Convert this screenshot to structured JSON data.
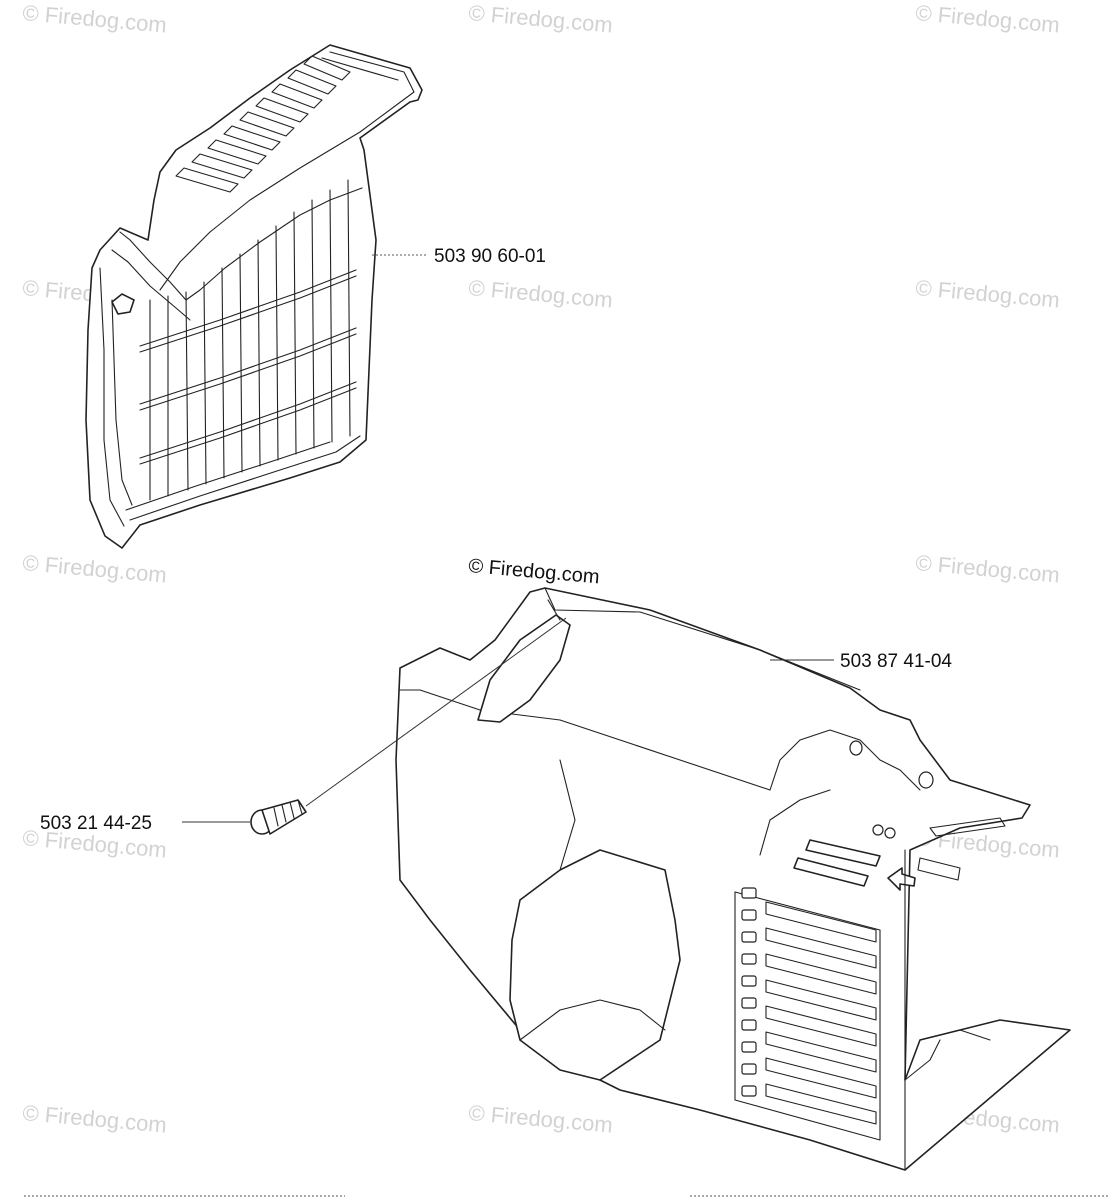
{
  "watermark": "© Firedog.com",
  "parts": {
    "air_filter": {
      "number": "503 90 60-01"
    },
    "cylinder_cover": {
      "number": "503 87 41-04"
    },
    "screw": {
      "number": "503 21 44-25"
    }
  }
}
